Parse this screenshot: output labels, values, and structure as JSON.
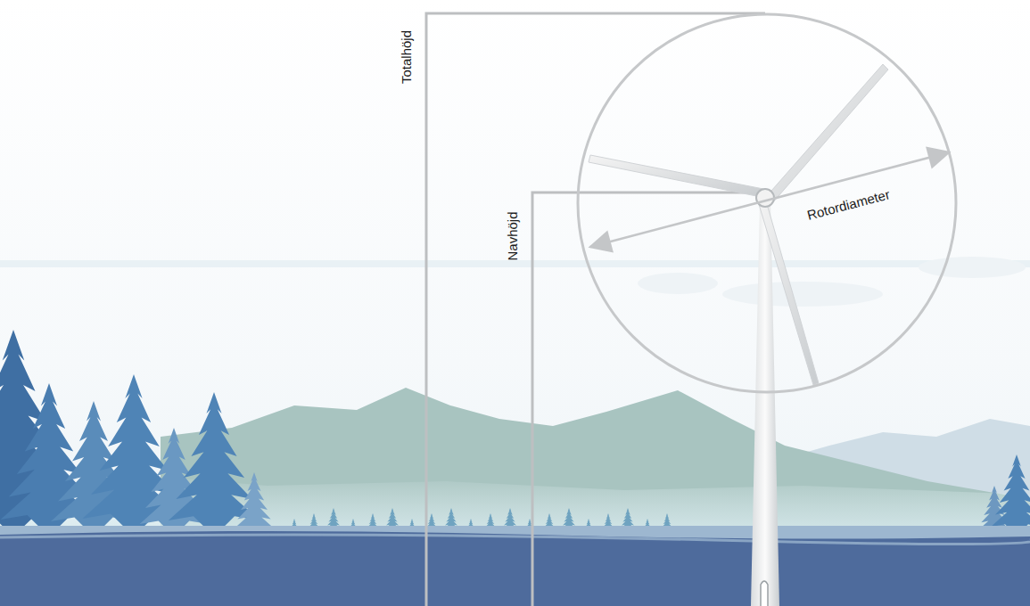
{
  "diagram": {
    "labels": [
      "Totalhöjd",
      "Navhöjd",
      "Rotordiameter"
    ]
  }
}
